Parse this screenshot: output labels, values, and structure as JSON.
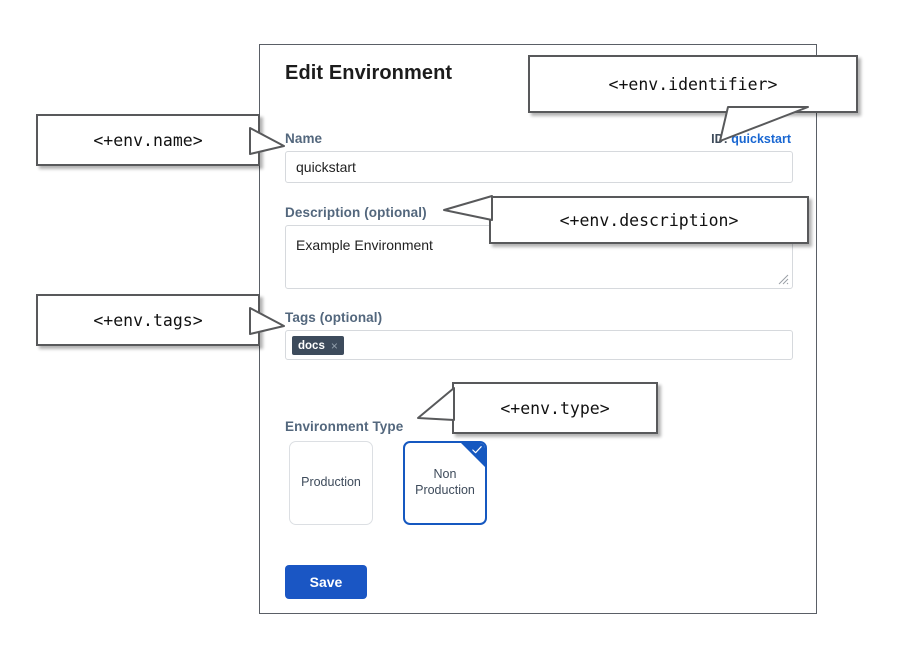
{
  "dialog": {
    "title": "Edit Environment",
    "id_prefix": "ID:",
    "id_value": "quickstart",
    "fields": {
      "name": {
        "label": "Name",
        "value": "quickstart",
        "placeholder": ""
      },
      "description": {
        "label": "Description (optional)",
        "value": "Example Environment",
        "placeholder": ""
      },
      "tags": {
        "label": "Tags (optional)",
        "chips": [
          {
            "label": "docs",
            "remove_icon": "×"
          }
        ],
        "placeholder": ""
      },
      "environment_type": {
        "label": "Environment Type",
        "options": [
          {
            "label": "Production",
            "selected": false
          },
          {
            "label": "Non Production",
            "line1": "Non",
            "line2": "Production",
            "selected": true
          }
        ]
      }
    },
    "save_label": "Save"
  },
  "callouts": {
    "name": "<+env.name>",
    "identifier": "<+env.identifier>",
    "description": "<+env.description>",
    "tags": "<+env.tags>",
    "type": "<+env.type>"
  },
  "colors": {
    "accent_blue": "#1a56c4",
    "link_blue": "#1967d2",
    "label_slate": "#53677d",
    "chip_dark": "#3d4b5c",
    "callout_border": "#58595b",
    "dialog_border": "#5a5f66"
  }
}
